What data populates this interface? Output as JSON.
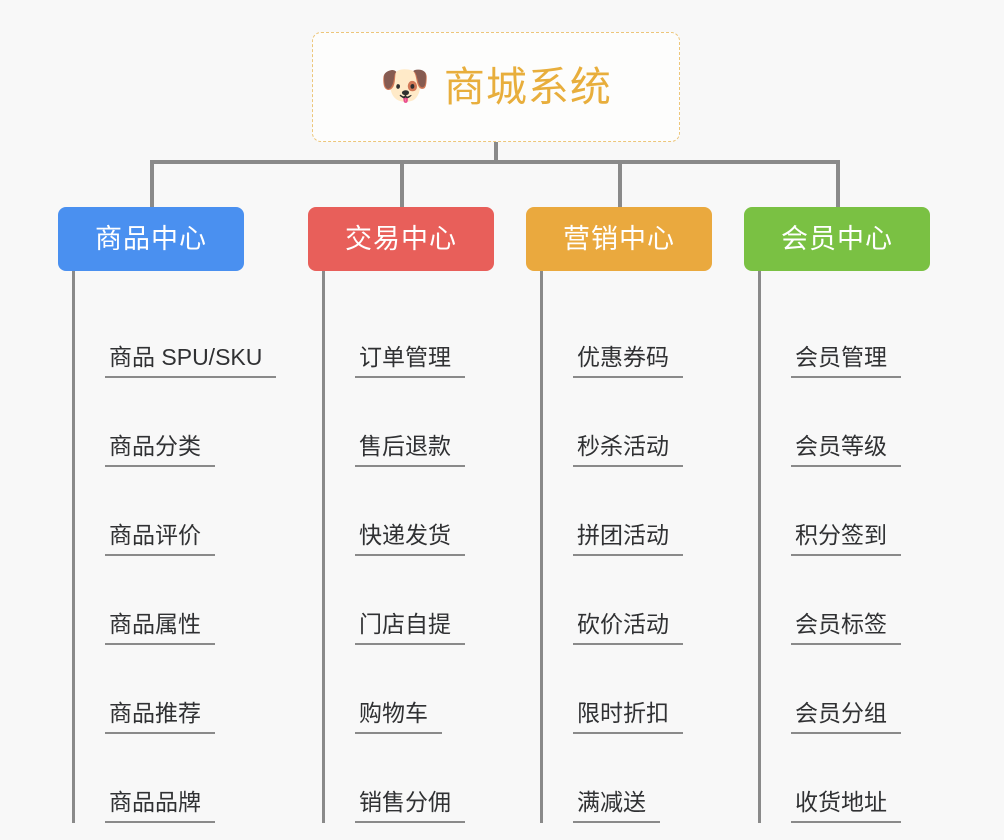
{
  "canvas": {
    "background_color": "#f8f8f8",
    "line_color": "#8a8a8a"
  },
  "root": {
    "icon": "dog-face-emoji",
    "icon_glyph": "🐶",
    "title": "商城系统",
    "title_color": "#e8ae3c",
    "border_color": "#edc67a",
    "background_color": "#fdfdfc"
  },
  "branches": [
    {
      "id": "product-center",
      "label": "商品中心",
      "color": "#4a90f0",
      "items": [
        {
          "label": "商品 SPU/SKU"
        },
        {
          "label": "商品分类"
        },
        {
          "label": "商品评价"
        },
        {
          "label": "商品属性"
        },
        {
          "label": "商品推荐"
        },
        {
          "label": "商品品牌"
        }
      ]
    },
    {
      "id": "trade-center",
      "label": "交易中心",
      "color": "#e85f5a",
      "items": [
        {
          "label": "订单管理"
        },
        {
          "label": "售后退款"
        },
        {
          "label": "快递发货"
        },
        {
          "label": "门店自提"
        },
        {
          "label": "购物车"
        },
        {
          "label": "销售分佣"
        }
      ]
    },
    {
      "id": "marketing-center",
      "label": "营销中心",
      "color": "#eaa93e",
      "items": [
        {
          "label": "优惠券码"
        },
        {
          "label": "秒杀活动"
        },
        {
          "label": "拼团活动"
        },
        {
          "label": "砍价活动"
        },
        {
          "label": "限时折扣"
        },
        {
          "label": "满减送"
        }
      ]
    },
    {
      "id": "member-center",
      "label": "会员中心",
      "color": "#7ac143",
      "items": [
        {
          "label": "会员管理"
        },
        {
          "label": "会员等级"
        },
        {
          "label": "积分签到"
        },
        {
          "label": "会员标签"
        },
        {
          "label": "会员分组"
        },
        {
          "label": "收货地址"
        }
      ]
    }
  ]
}
